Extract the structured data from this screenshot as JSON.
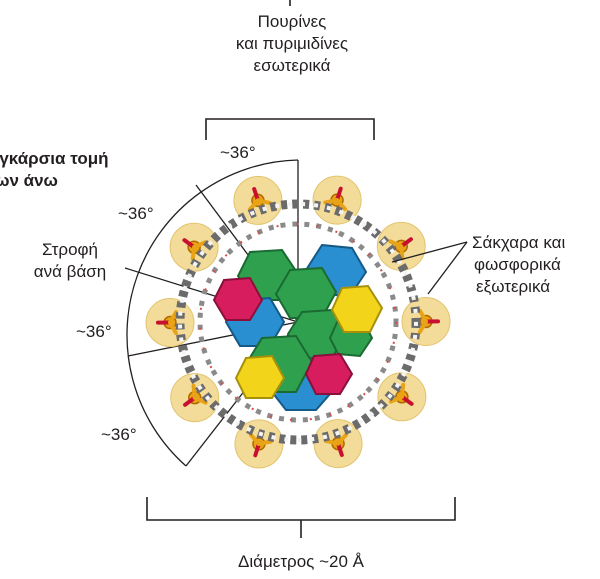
{
  "labels": {
    "top_line1": "Πουρίνες",
    "top_line2": "και πυριμιδίνες",
    "top_line3": "εσωτερικά",
    "cross_section_line1": "Εγκάρσια τομή",
    "cross_section_line2": "των άνω",
    "rotation_line1": "Στροφή",
    "rotation_line2": "ανά βάση",
    "sugars_line1": "Σάκχαρα και",
    "sugars_line2": "φωσφορικά",
    "sugars_line3": "εξωτερικά",
    "diameter": "Διάμετρος ~20 Å"
  },
  "angles": [
    "~36°",
    "~36°",
    "~36°",
    "~36°"
  ],
  "colors": {
    "purine_green": "#2fa04e",
    "pyrimidine_blue": "#2a8fd0",
    "base_yellow": "#f2d51b",
    "base_magenta": "#d81d5e",
    "phosphate_halo": "#f3dc9a",
    "text": "#231f20"
  }
}
